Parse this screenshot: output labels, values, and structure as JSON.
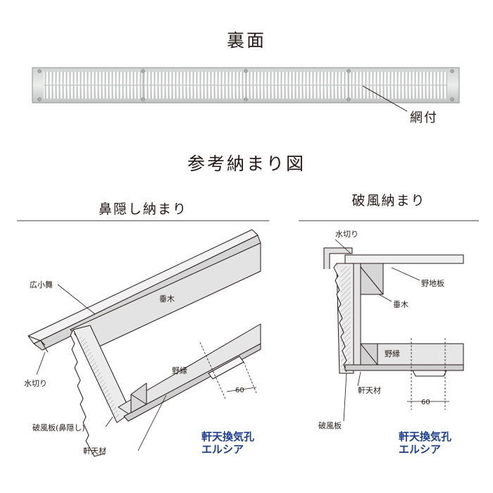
{
  "headings": {
    "back": "裏面",
    "reference": "参考納まり図"
  },
  "panels": {
    "left": {
      "title": "鼻隠し納まり",
      "labels": {
        "hirokomai": "広小舞",
        "taruki": "垂木",
        "nobuchi": "野縁",
        "mizukiri": "水切り",
        "hanakakushi": "破風板(鼻隠し)",
        "nokitenzai": "軒天材",
        "dim": "60"
      },
      "product": [
        "軒天換気孔",
        "エルシア"
      ]
    },
    "right": {
      "title": "破風納まり",
      "labels": {
        "mizukiri": "水切り",
        "nojiita": "野地板",
        "taruki": "垂木",
        "nobuchi": "野縁",
        "nokitenzai": "軒天材",
        "hafuita": "破風板",
        "dim": "60"
      },
      "product": [
        "軒天換気孔",
        "エルシア"
      ]
    }
  },
  "vent": {
    "mesh_label": "網付"
  },
  "colors": {
    "product_text": "#1d3f8f",
    "line": "#231815",
    "fill_light": "#e6e6e6",
    "fill_mid": "#d2d2d2"
  }
}
